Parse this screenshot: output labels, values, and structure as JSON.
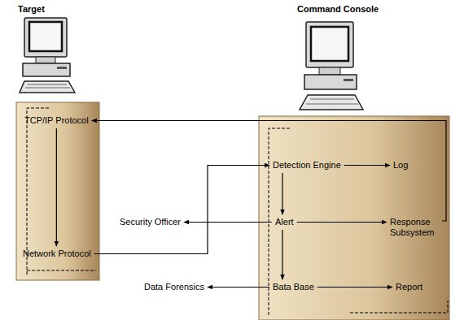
{
  "diagram": {
    "nodes": [
      {
        "text": [
          "Target"
        ]
      },
      {
        "text": [
          "TCP/IP Protocol"
        ],
        "in": 0
      },
      {
        "text": [
          "Network Protocol"
        ],
        "in": 0
      },
      {
        "text": [
          "Command Console"
        ]
      },
      {
        "text": [
          "Detection Engine"
        ],
        "in": 3
      },
      {
        "text": [
          "Log"
        ],
        "in": 3
      },
      {
        "text": [
          "Alert"
        ],
        "in": 3
      },
      {
        "text": [
          "Response Subsystem"
        ],
        "in": 3
      },
      {
        "text": [
          "Bata Base"
        ],
        "in": 3
      },
      {
        "text": [
          "Report"
        ],
        "in": 3
      },
      {
        "text": [
          "Security Officer"
        ]
      },
      {
        "text": [
          "Data Forensics"
        ]
      }
    ],
    "edges": [
      {
        "from": 1,
        "to": 2,
        "arrow": "to"
      },
      {
        "from": 2,
        "to": 4,
        "arrow": "to"
      },
      {
        "from": 4,
        "to": 5,
        "arrow": "to"
      },
      {
        "from": 4,
        "to": 6,
        "arrow": "to"
      },
      {
        "from": 6,
        "to": 10,
        "arrow": "to"
      },
      {
        "from": 6,
        "to": 7,
        "arrow": "to"
      },
      {
        "from": 6,
        "to": 8,
        "arrow": "to"
      },
      {
        "from": 8,
        "to": 9,
        "arrow": "to"
      },
      {
        "from": 8,
        "to": 11,
        "arrow": "to"
      },
      {
        "from": 7,
        "to": 1,
        "arrow": "to"
      }
    ]
  }
}
